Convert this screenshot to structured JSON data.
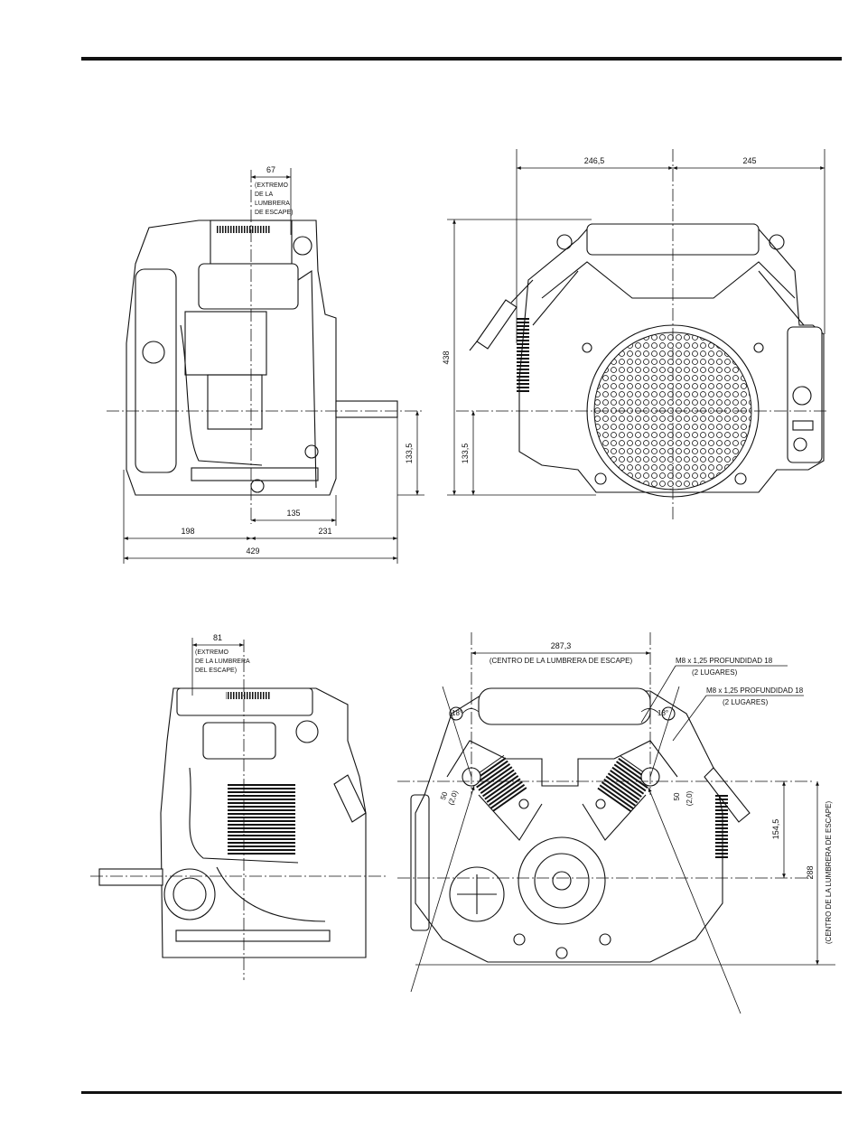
{
  "views": {
    "side_top": {
      "exhaust_offset": "67",
      "exhaust_note": [
        "(EXTREMO",
        "DE LA",
        "LUMBRERA",
        "DE ESCAPE)"
      ],
      "shaft_height": "133,5",
      "shaft_offset": "135",
      "left_width": "198",
      "right_width": "231",
      "total_width": "429"
    },
    "front_top": {
      "left_width": "246,5",
      "right_width": "245",
      "total_height": "438",
      "shaft_height": "133,5"
    },
    "side_bottom": {
      "exhaust_offset": "81",
      "exhaust_note": [
        "(EXTREMO",
        "DE LA LUMBRERA",
        "DEL ESCAPE)"
      ]
    },
    "rear_bottom": {
      "port_spacing": "287,3",
      "port_spacing_note": "(CENTRO DE LA LUMBRERA DE ESCAPE)",
      "thread_left": "M8 x 1,25 PROFUNDIDAD 18",
      "thread_left_qty": "(2 LUGARES)",
      "thread_right": "M8 x 1,25 PROFUNDIDAD 18",
      "thread_right_qty": "(2 LUGARES)",
      "angle_left": "18°",
      "angle_right": "18°",
      "hole_left_a": "50",
      "hole_left_b": "(2,0)",
      "hole_right_a": "50",
      "hole_right_b": "(2,0)",
      "port_height": "154,5",
      "total_height": "288",
      "total_height_note": "(CENTRO DE LA LUMBRERA DE ESCAPE)"
    }
  }
}
